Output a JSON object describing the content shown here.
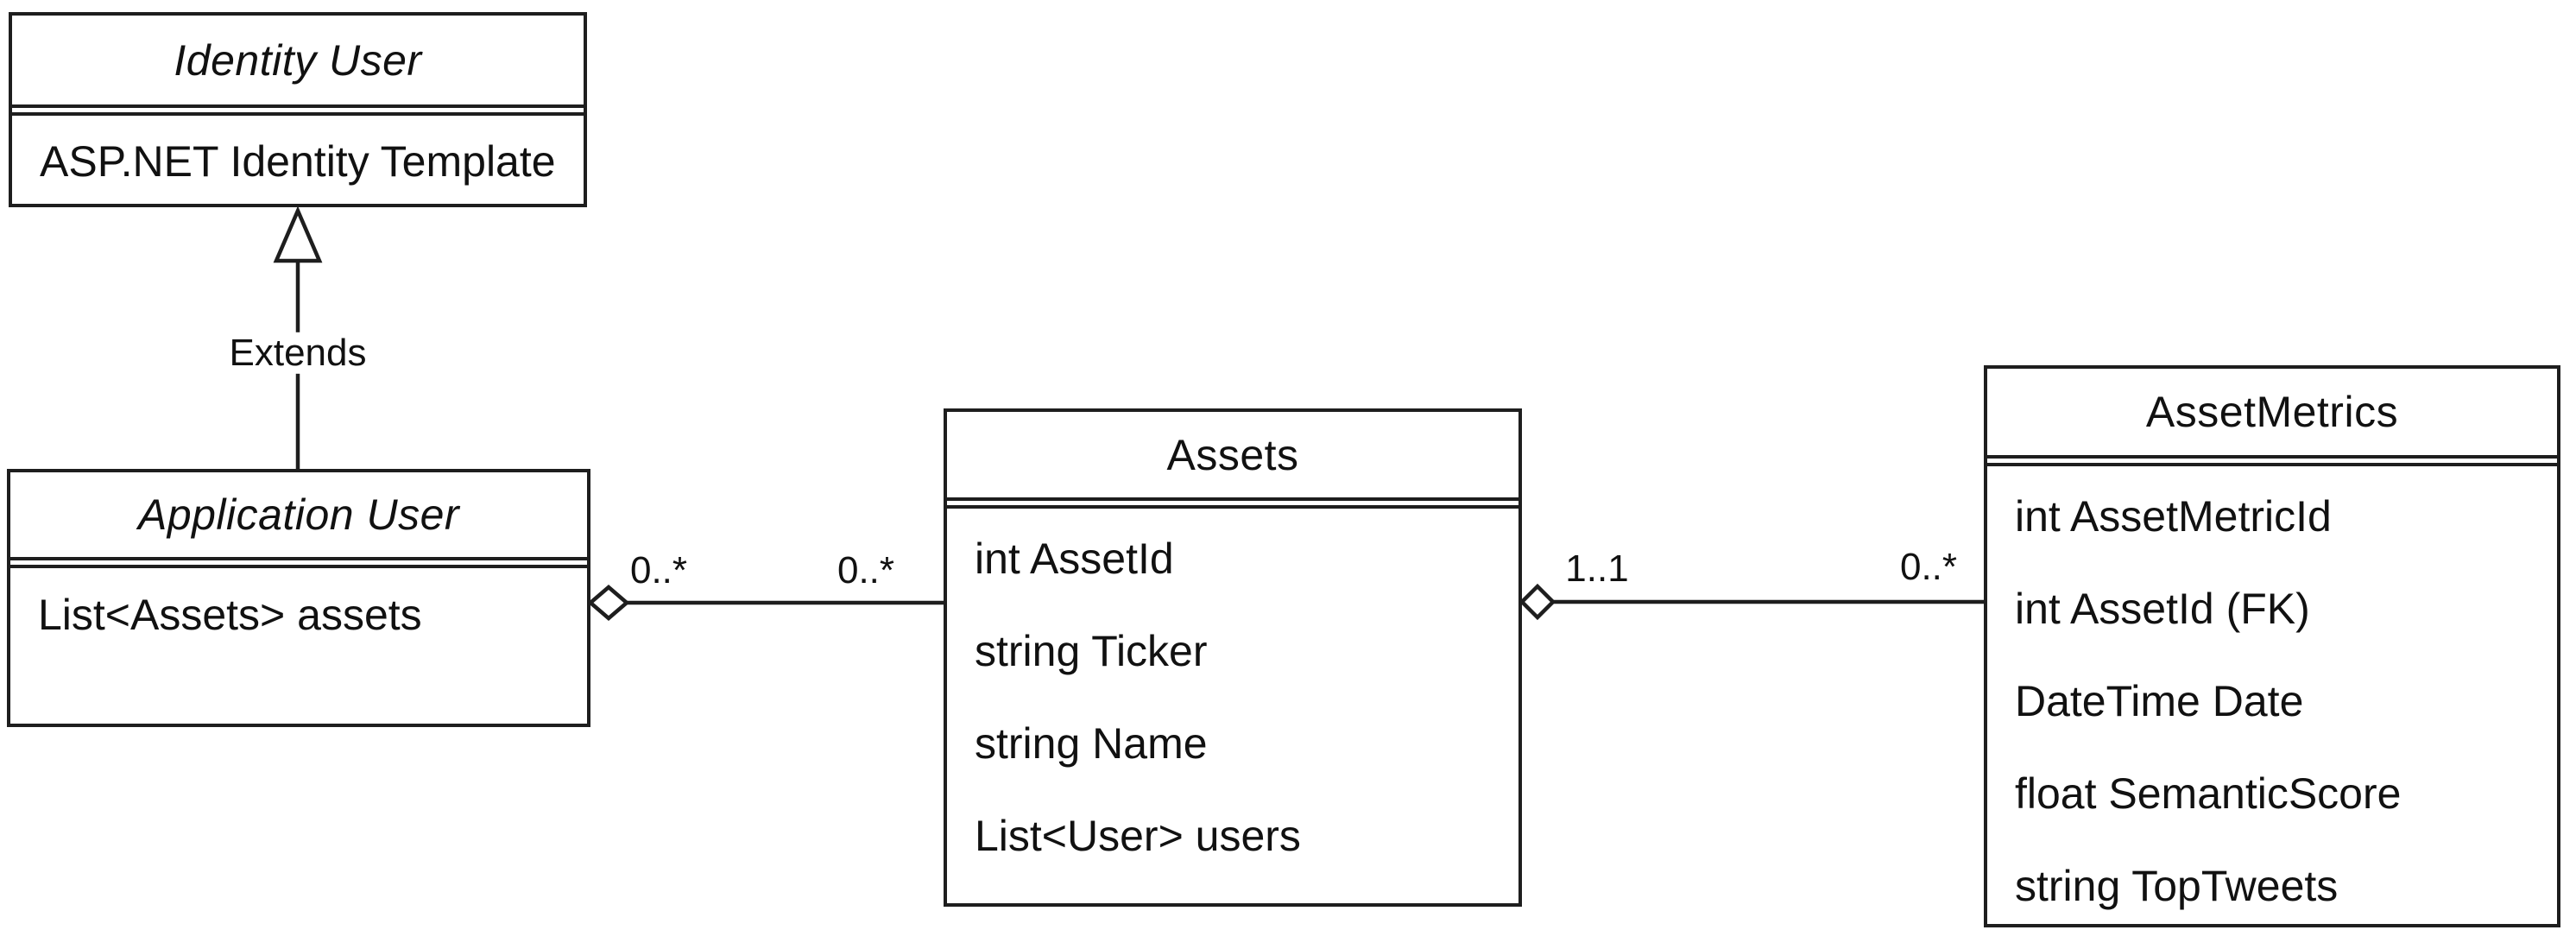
{
  "diagram": {
    "kind": "uml-class-diagram",
    "classes": {
      "identity_user": {
        "name": "Identity User",
        "attributes": [
          "ASP.NET Identity Template"
        ]
      },
      "application_user": {
        "name": "Application User",
        "attributes": [
          "List<Assets> assets"
        ]
      },
      "assets": {
        "name": "Assets",
        "attributes": [
          "int AssetId",
          "string Ticker",
          "string Name",
          "List<User> users"
        ]
      },
      "asset_metrics": {
        "name": "AssetMetrics",
        "attributes": [
          "int AssetMetricId",
          "int AssetId (FK)",
          "DateTime Date",
          "float SemanticScore",
          "string TopTweets"
        ]
      }
    },
    "relationships": {
      "generalization": {
        "type": "generalization",
        "from": "Application User",
        "to": "Identity User",
        "label": "Extends"
      },
      "user_assets": {
        "type": "aggregation",
        "from": "Application User",
        "to": "Assets",
        "source_multiplicity": "0..*",
        "target_multiplicity": "0..*"
      },
      "assets_metrics": {
        "type": "aggregation",
        "from": "Assets",
        "to": "AssetMetrics",
        "source_multiplicity": "1..1",
        "target_multiplicity": "0..*"
      }
    },
    "colors": {
      "line": "#1e1e1e",
      "text": "#111111",
      "background": "#ffffff"
    }
  }
}
